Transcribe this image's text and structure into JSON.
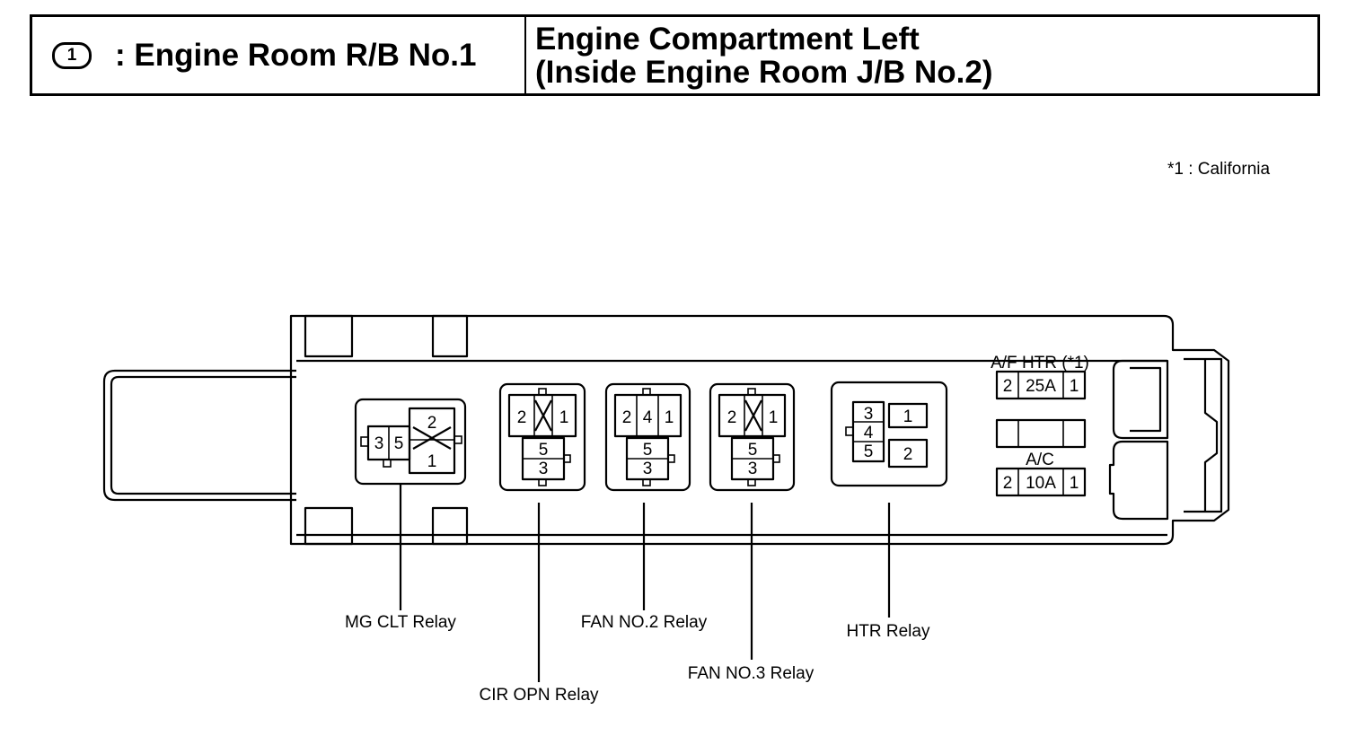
{
  "header": {
    "connector_code": "1",
    "left_title": ": Engine Room R/B No.1",
    "right_title_line1": "Engine Compartment Left",
    "right_title_line2": "(Inside Engine Room J/B No.2)"
  },
  "footnote": "*1 : California",
  "relays": {
    "mg_clt": {
      "label": "MG CLT Relay",
      "pins": [
        "3",
        "5",
        "2",
        "1"
      ]
    },
    "cir_opn": {
      "label": "CIR OPN Relay",
      "pins": [
        "2",
        "1",
        "5",
        "3"
      ]
    },
    "fan2": {
      "label": "FAN NO.2 Relay",
      "pins": [
        "2",
        "4",
        "1",
        "5",
        "3"
      ]
    },
    "fan3": {
      "label": "FAN NO.3 Relay",
      "pins": [
        "2",
        "1",
        "5",
        "3"
      ]
    },
    "htr": {
      "label": "HTR Relay",
      "pins": [
        "3",
        "4",
        "5",
        "1",
        "2"
      ]
    }
  },
  "fuses": {
    "af_htr": {
      "label": "A/F HTR (*1)",
      "pin_left": "2",
      "rating": "25A",
      "pin_right": "1"
    },
    "ac": {
      "label": "A/C",
      "pin_left": "2",
      "rating": "10A",
      "pin_right": "1"
    }
  }
}
